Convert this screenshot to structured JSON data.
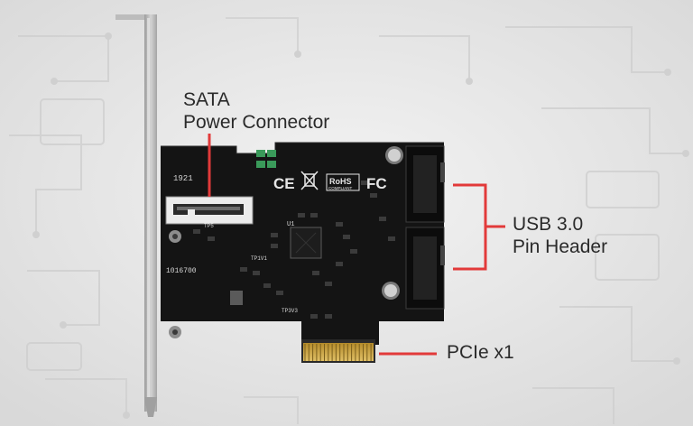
{
  "callouts": {
    "sata": {
      "line1": "SATA",
      "line2": "Power Connector"
    },
    "usb": {
      "line1": "USB 3.0",
      "line2": "Pin Header"
    },
    "pcie": {
      "text": "PCIe x1"
    }
  },
  "pcb_markings": {
    "model_number": "1016700",
    "batch_code": "1921",
    "chip_ref": "U1",
    "test_points": [
      "TP3V3",
      "TP1V1",
      "TP5"
    ],
    "compliance_logos": [
      "CE",
      "RoHS COMPLIANT",
      "FC"
    ]
  },
  "colors": {
    "background": "#e6e6e6",
    "circuit_lines": "#d3d3d3",
    "pcb": "#141414",
    "bracket": "#b9b9b9",
    "gold_fingers": "#c9a640",
    "callout_line": "#e23a3a",
    "text": "#2a2a2a"
  }
}
